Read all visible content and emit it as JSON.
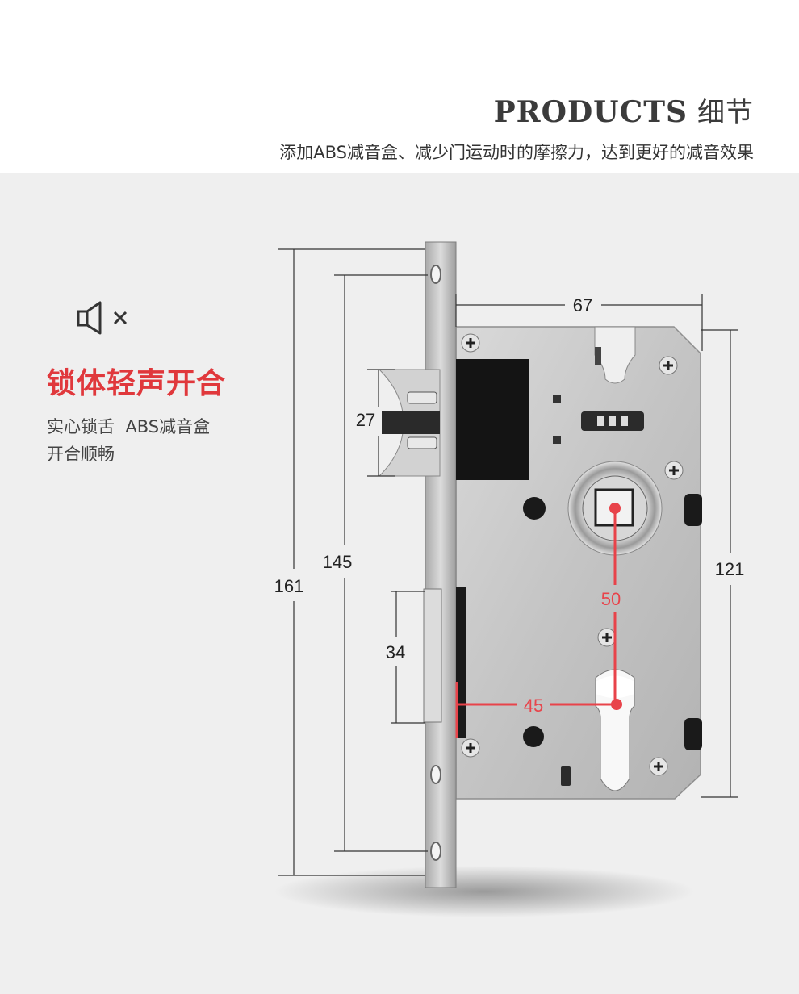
{
  "header": {
    "title_en": "PRODUCTS",
    "title_cn": "细节",
    "subtitle": "添加ABS减音盒、减少门运动时的摩擦力，达到更好的减音效果"
  },
  "feature": {
    "icon": "speaker-mute-icon",
    "title": "锁体轻声开合",
    "desc_lines": [
      "实心锁舌  ABS减音盒",
      "开合顺畅"
    ]
  },
  "dimensions": {
    "faceplate_height": "161",
    "between_screws": "145",
    "latch_height": "27",
    "deadbolt_height": "34",
    "body_width": "67",
    "body_height": "121",
    "center_distance": "50",
    "backset": "45"
  },
  "colors": {
    "accent_red": "#e0383c",
    "steel": "#c9c9c9",
    "background": "#efefef"
  }
}
